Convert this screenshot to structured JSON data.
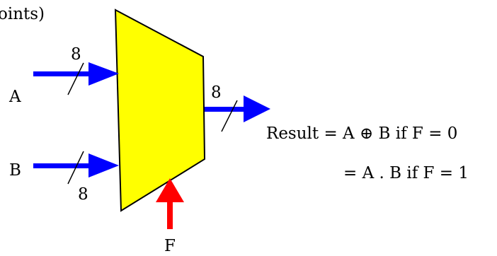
{
  "header_fragment": "oints)",
  "inputs": {
    "a": {
      "label": "A",
      "width": "8"
    },
    "b": {
      "label": "B",
      "width": "8"
    },
    "f": {
      "label": "F"
    }
  },
  "output": {
    "width": "8"
  },
  "equations": {
    "line1": "Result = A ⊕ B if F = 0",
    "line2": "= A . B if F = 1"
  },
  "colors": {
    "unit_fill": "#ffff00",
    "unit_stroke": "#000000",
    "data_arrow": "#0000ff",
    "control_arrow": "#ff0000"
  }
}
